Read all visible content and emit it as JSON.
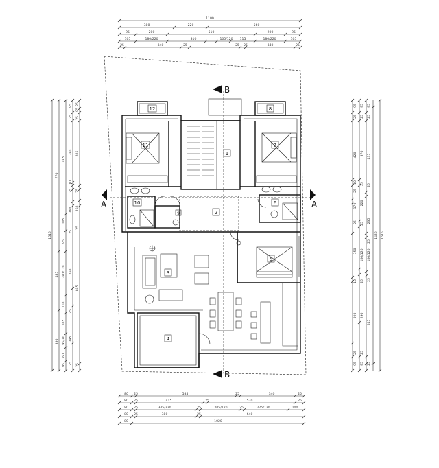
{
  "dims_top": {
    "r1": [
      "1100"
    ],
    "r2": [
      "380",
      "220",
      "560"
    ],
    "r3": [
      "95",
      "200",
      "510",
      "200",
      "95"
    ],
    "r4": [
      "105",
      "180/220",
      "310",
      "105/120",
      "115",
      "180/220",
      "105"
    ],
    "r5": [
      "25",
      "340",
      "25",
      "25",
      "25",
      "340",
      "25"
    ]
  },
  "dims_bottom": {
    "r1": [
      "80",
      "25",
      "585",
      "25",
      "340",
      "25"
    ],
    "r2": [
      "80",
      "25",
      "415",
      "25",
      "570",
      "25"
    ],
    "r3": [
      "80",
      "25",
      "345/220",
      "25",
      "205/120",
      "25",
      "275/120",
      "100"
    ],
    "r4": [
      "80",
      "25",
      "380",
      "25",
      "640"
    ],
    "r5": [
      "80",
      "1020"
    ]
  },
  "dims_left": {
    "c1": [
      "1615"
    ],
    "c2": [
      "770",
      "485",
      "330"
    ],
    "c3": [
      "485",
      "145",
      "95",
      "280/120",
      "110",
      "105",
      "95/20",
      "60",
      "95"
    ],
    "c4": [
      "95",
      "25",
      "380",
      "10",
      "25",
      "260",
      "25",
      "460",
      "25",
      "295",
      "25"
    ],
    "c5": [
      "25",
      "95",
      "25",
      "405",
      "25",
      "250",
      "25",
      "695",
      "25"
    ]
  },
  "dims_right": {
    "c1": [
      "1615"
    ],
    "c2": [
      "1425"
    ],
    "c3": [
      "95",
      "25",
      "435",
      "25",
      "235",
      "25",
      "180/120",
      "25",
      "545",
      "25"
    ],
    "c4": [
      "95",
      "25",
      "370",
      "25",
      "220",
      "25",
      "180/120",
      "25",
      "290",
      "25",
      "95"
    ],
    "c5": [
      "95",
      "25",
      "420",
      "10",
      "25",
      "170",
      "25",
      "350",
      "10",
      "390",
      "25",
      "95"
    ]
  },
  "rooms": [
    "1",
    "2",
    "3",
    "4",
    "5",
    "6",
    "7",
    "8",
    "9",
    "10",
    "11",
    "12"
  ],
  "section_marks": {
    "a_left": "A",
    "a_right": "A",
    "b_top": "B",
    "b_bottom": "B"
  }
}
